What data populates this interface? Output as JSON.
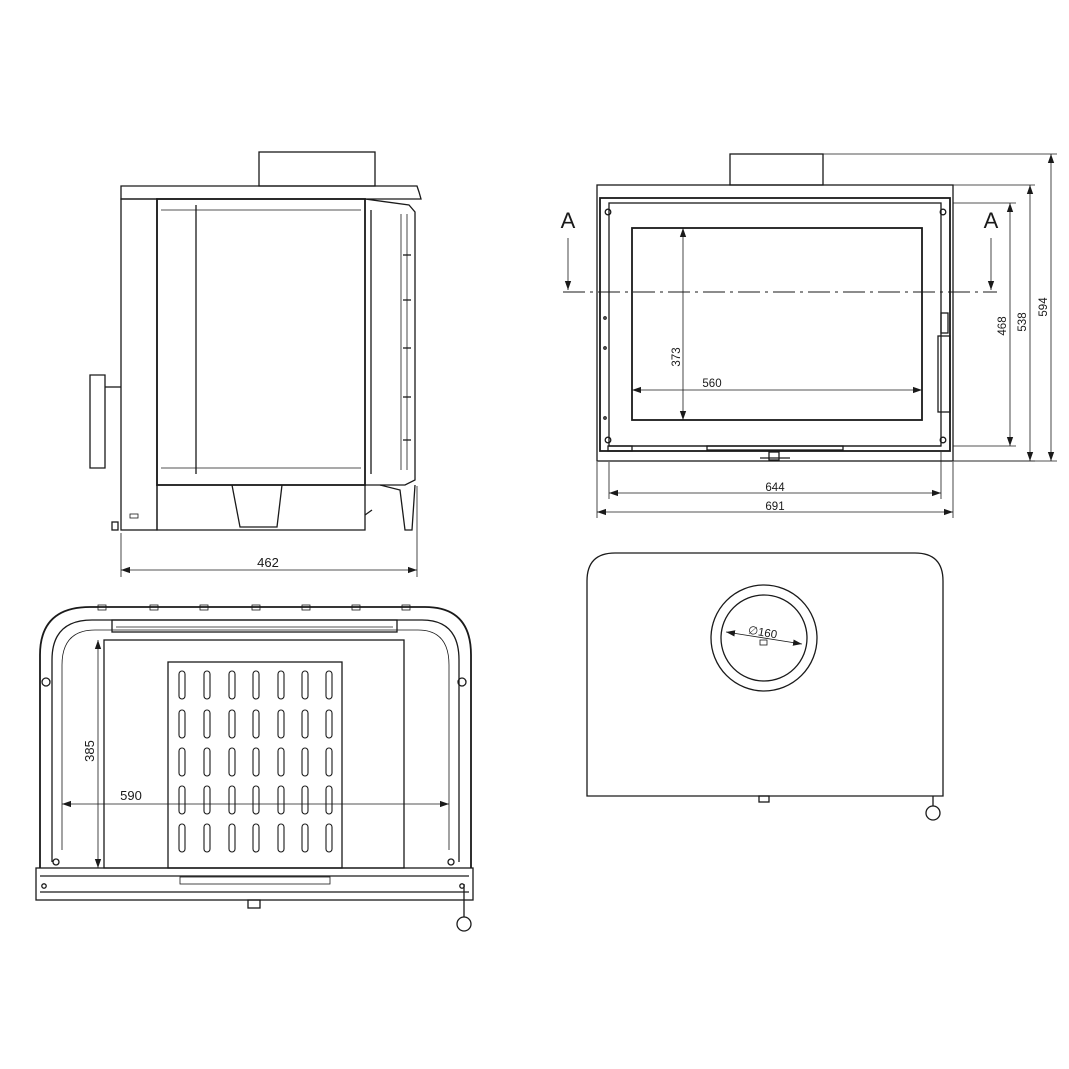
{
  "side_view": {
    "dim_depth": "462"
  },
  "front_view": {
    "dim_glass_height": "373",
    "dim_glass_width": "560",
    "dim_inner_width": "644",
    "dim_overall_width": "691",
    "dim_door_height": "468",
    "dim_body_height": "538",
    "dim_overall_height": "594",
    "section_label_left": "A",
    "section_label_right": "A"
  },
  "plan_view": {
    "dim_firebox_depth": "385",
    "dim_firebox_width": "590"
  },
  "top_view": {
    "dim_flue_diameter": "∅160"
  }
}
